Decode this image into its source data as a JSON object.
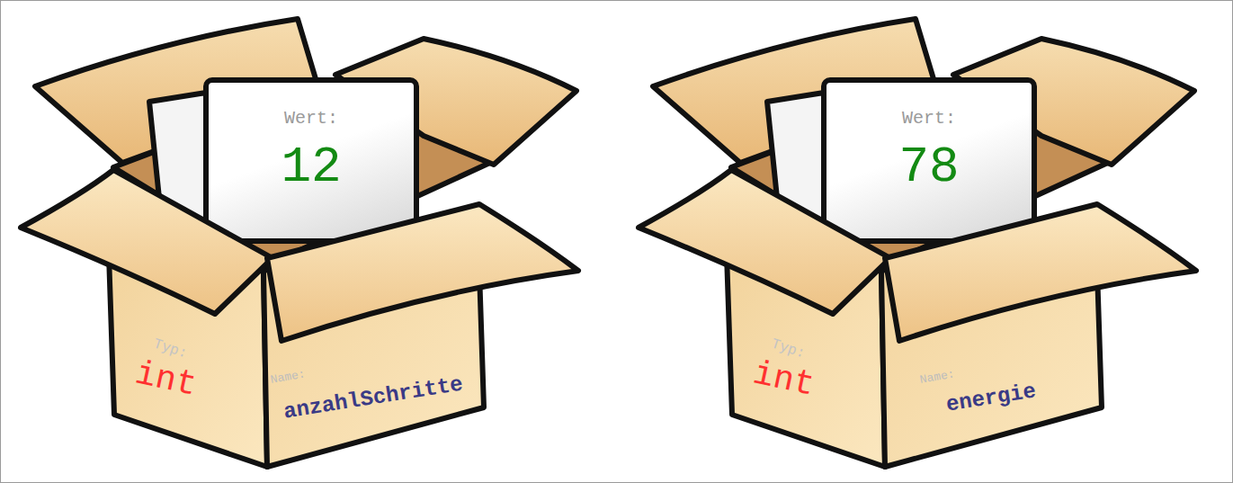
{
  "diagram": {
    "nodes": [
      {
        "text": [
          "Typ:",
          "int",
          "Name:",
          "anzahlSchritte"
        ]
      },
      {
        "text": [
          "Wert:",
          "12"
        ],
        "in": 0
      },
      {
        "text": [
          "Typ:",
          "int",
          "Name:",
          "energie"
        ]
      },
      {
        "text": [
          "Wert:",
          "78"
        ],
        "in": 2
      }
    ]
  }
}
